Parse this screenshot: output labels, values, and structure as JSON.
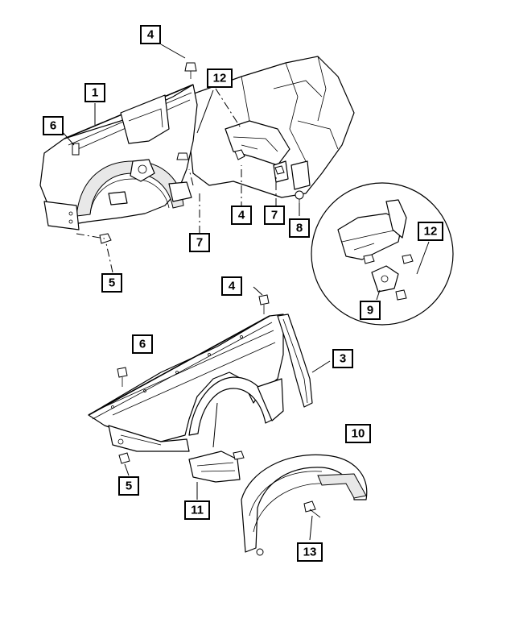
{
  "labels": {
    "c1": "1",
    "c3": "3",
    "c4a": "4",
    "c4b": "4",
    "c4c": "4",
    "c5a": "5",
    "c5b": "5",
    "c6a": "6",
    "c6b": "6",
    "c7a": "7",
    "c7b": "7",
    "c8": "8",
    "c9": "9",
    "c10": "10",
    "c11": "11",
    "c12a": "12",
    "c12b": "12",
    "c13": "13"
  }
}
